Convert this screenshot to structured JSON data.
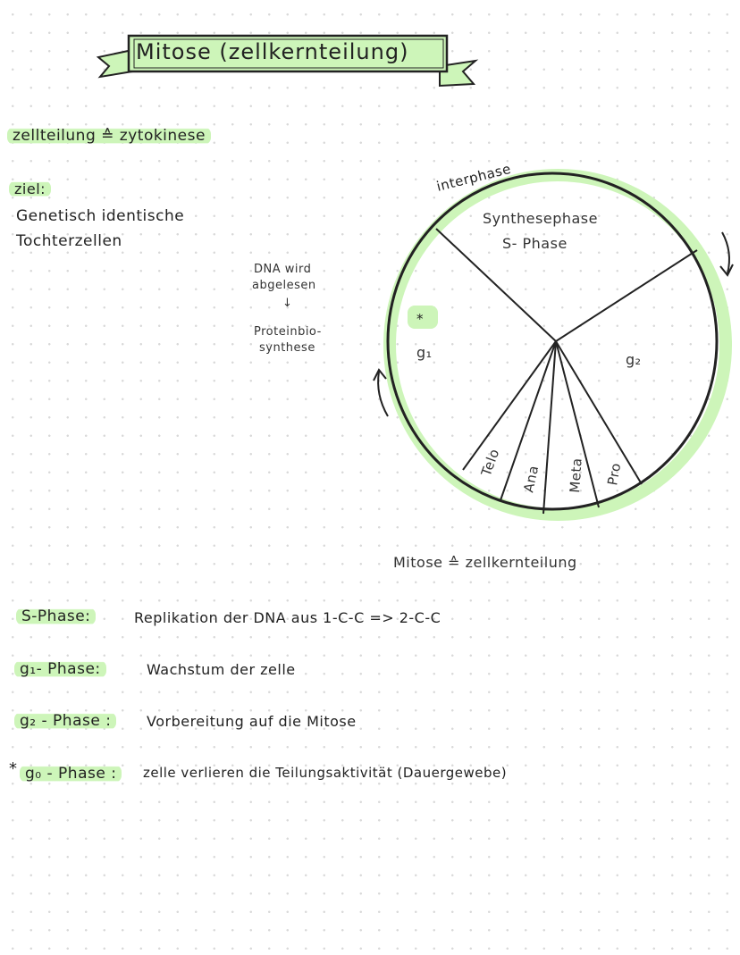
{
  "title": "Mitose (zellkernteilung)",
  "definition": "zellteilung ≙ zytokinese",
  "goal": {
    "label": "ziel:",
    "line1": "Genetisch identische",
    "line2": "Tochterzellen"
  },
  "side_note": {
    "line1": "DNA wird",
    "line2": "abgelesen",
    "arrow": "↓",
    "line3": "Proteinbio-",
    "line4": "synthese"
  },
  "cycle": {
    "interphase_label": "interphase",
    "s_phase_line1": "Synthesephase",
    "s_phase_line2": "S- Phase",
    "g1_label": "g₁",
    "g1_mark": "*",
    "g2_label": "g₂",
    "mitosis_segments": [
      "Telo",
      "Ana",
      "Meta",
      "Pro"
    ],
    "caption": "Mitose ≙ zellkernteilung",
    "accent_color": "#cdf5b9"
  },
  "definitions": [
    {
      "term": "S-Phase:",
      "text": "Replikation der DNA  aus  1-C-C => 2-C-C"
    },
    {
      "term": "g₁- Phase:",
      "text": "Wachstum der zelle"
    },
    {
      "term": "g₂ - Phase :",
      "text": "Vorbereitung  auf die Mitose"
    },
    {
      "term": "g₀ - Phase :",
      "text": "zelle verlieren die Teilungsaktivität (Dauergewebe)",
      "mark": "*"
    }
  ]
}
